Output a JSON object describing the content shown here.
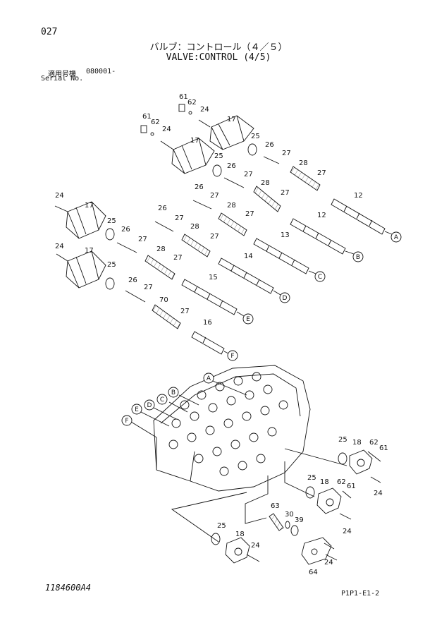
{
  "page": {
    "number": "027"
  },
  "header": {
    "title_jp": "バルブ：コントロール（４／５）",
    "title_en": "VALVE:CONTROL (4/5)"
  },
  "serial": {
    "label_jp": "適用号機",
    "value": "080001-",
    "label_en": "Serial No."
  },
  "footer": {
    "doc_code": "1184600A4",
    "page_ref": "P1P1-E1-2"
  },
  "callouts": {
    "A": "A",
    "B": "B",
    "C": "C",
    "D": "D",
    "E": "E",
    "F": "F",
    "p12": "12",
    "p13": "13",
    "p14": "14",
    "p15": "15",
    "p16": "16",
    "p17": "17",
    "p18": "18",
    "p24": "24",
    "p25": "25",
    "p26": "26",
    "p27": "27",
    "p28": "28",
    "p30": "30",
    "p39": "39",
    "p61": "61",
    "p62": "62",
    "p63": "63",
    "p64": "64",
    "p70": "70"
  }
}
